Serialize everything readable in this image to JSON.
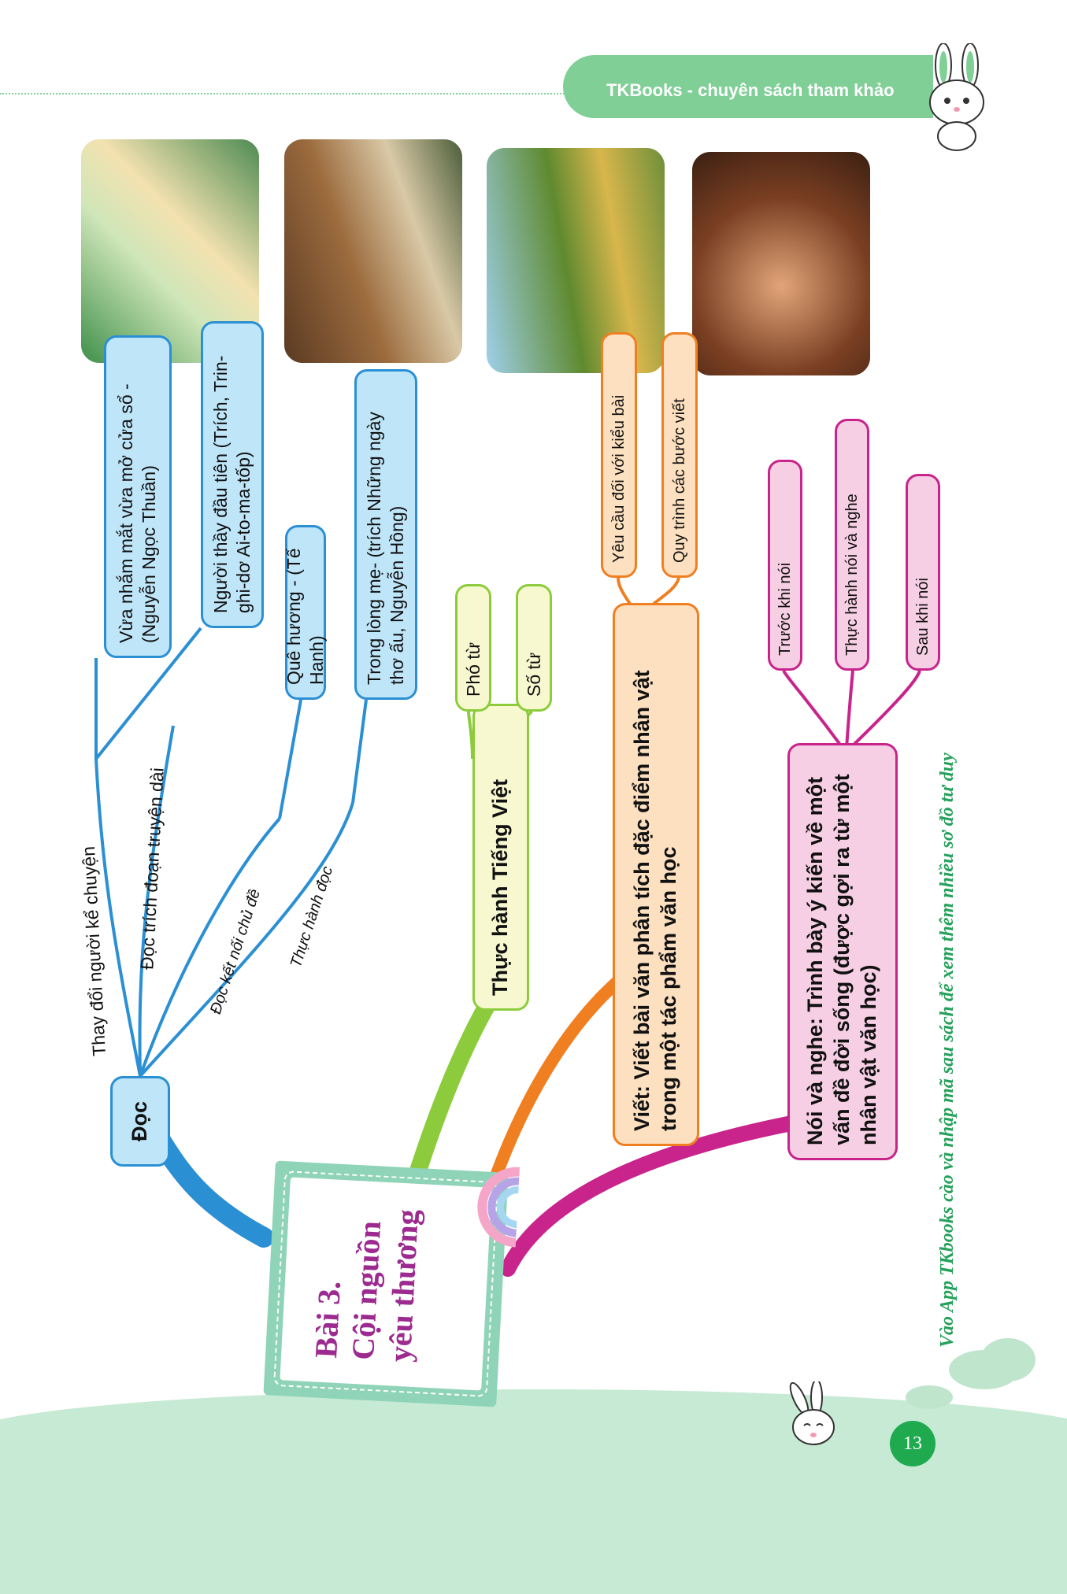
{
  "header": {
    "title": "TKBooks - chuyên sách tham khảo"
  },
  "footer": {
    "note": "Vào App TKbooks cào và nhập mã sau sách để xem thêm nhiều sơ đồ tư duy",
    "page_number": "13"
  },
  "center": {
    "lines": [
      "Bài 3.",
      "Cội nguồn",
      "yêu thương"
    ]
  },
  "branches": {
    "doc": {
      "label": "Đọc",
      "edges": [
        "Thay đổi người kể chuyện",
        "Đọc trích đoạn truyện dài",
        "Đọc kết nối chủ đề",
        "Thực hành đọc"
      ],
      "texts": [
        "Vừa nhắm mắt vừa mở cửa sổ - (Nguyễn Ngọc Thuần)",
        "Người thầy đầu tiên (Trích, Trin-ghi-dơ Ai-to-ma-tốp)",
        "Quê hương - (Tế Hanh)",
        "Trong lòng mẹ- (trích Những ngày thơ ấu, Nguyễn Hồng)"
      ]
    },
    "tieng_viet": {
      "label": "Thực hành Tiếng Việt",
      "items": [
        "Phó từ",
        "Số từ"
      ]
    },
    "viet": {
      "label": "Viết: Viết bài văn phân tích đặc điểm nhân vật trong một tác phẩm văn học",
      "items": [
        "Yêu cầu đối với kiểu bài",
        "Quy trình các bước viết"
      ]
    },
    "noi_nghe": {
      "label": "Nói và nghe: Trình bày ý kiến về một vấn đề đời sống (được gợi ra từ một nhân vật văn học)",
      "items": [
        "Trước khi nói",
        "Thực hành nói và nghe",
        "Sau khi nói"
      ]
    }
  },
  "colors": {
    "doc": "#2b8fd4",
    "tieng_viet": "#8ccc3c",
    "viet": "#f07f22",
    "noi_nghe": "#c8248c",
    "accent_green": "#7fcf96",
    "title_purple": "#9c2a8f"
  }
}
